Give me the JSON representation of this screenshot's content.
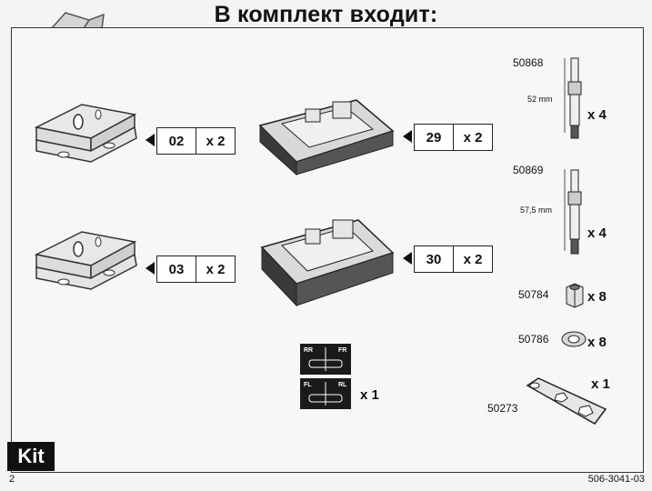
{
  "header": {
    "title": "В комплект входит:"
  },
  "parts": [
    {
      "code": "02",
      "qty": "x 2"
    },
    {
      "code": "03",
      "qty": "x 2"
    },
    {
      "code": "29",
      "qty": "x 2"
    },
    {
      "code": "30",
      "qty": "x 2"
    }
  ],
  "hardware": [
    {
      "number": "50868",
      "length": "52 mm",
      "qty": "x 4"
    },
    {
      "number": "50869",
      "length": "57,5 mm",
      "qty": "x 4"
    },
    {
      "number": "50784",
      "qty": "x 8"
    },
    {
      "number": "50786",
      "qty": "x 8"
    },
    {
      "number": "50273",
      "qty": "x 1"
    }
  ],
  "stickers": {
    "qty": "x 1",
    "labels": [
      "RR",
      "FR",
      "FL",
      "RL"
    ]
  },
  "footer": {
    "kit_label": "Kit",
    "page_number": "2",
    "doc_number": "506-3041-03"
  }
}
